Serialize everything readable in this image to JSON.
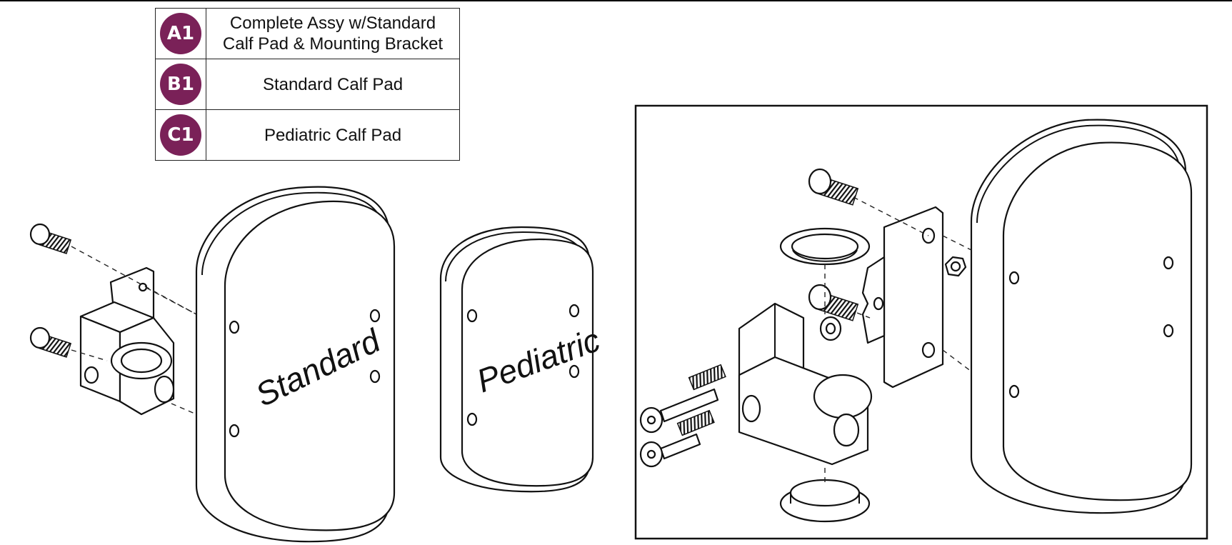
{
  "legend": {
    "rows": [
      {
        "code": "A1",
        "line1": "Complete Assy w/Standard",
        "line2": "Calf Pad & Mounting Bracket"
      },
      {
        "code": "B1",
        "line1": "Standard Calf Pad",
        "line2": ""
      },
      {
        "code": "C1",
        "line1": "Pediatric Calf Pad",
        "line2": ""
      }
    ],
    "badge_color": "#7a2158"
  },
  "pads": {
    "standard_label": "Standard",
    "pediatric_label": "Pediatric"
  }
}
